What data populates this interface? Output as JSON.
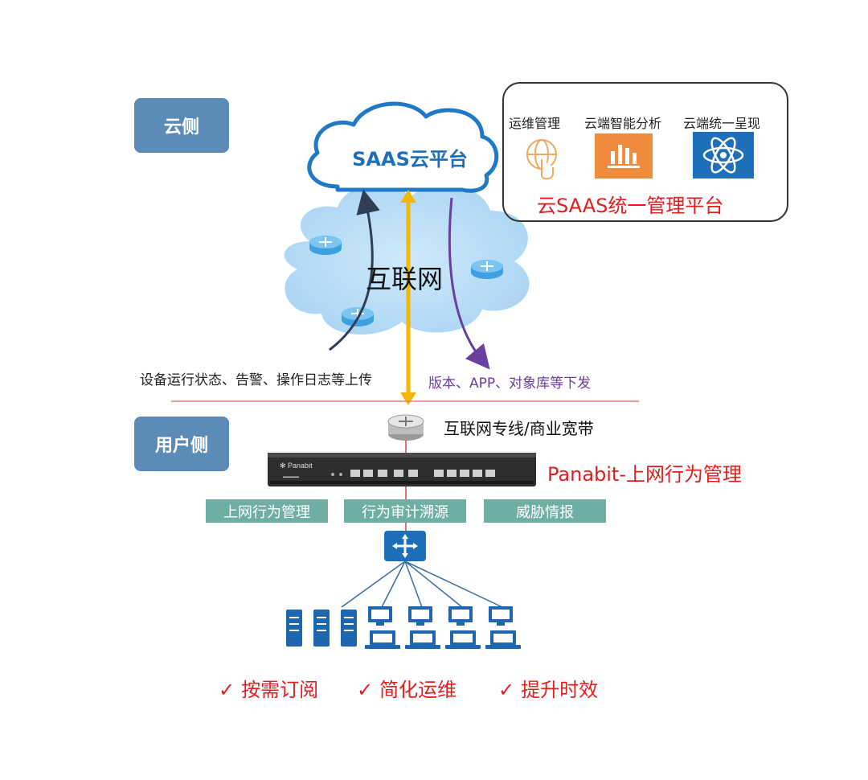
{
  "cloud_side": {
    "label": "云侧"
  },
  "user_side": {
    "label": "用户侧"
  },
  "saas_cloud": {
    "label": "SAAS云平台"
  },
  "internet": {
    "label": "互联网"
  },
  "panel": {
    "title": "云SAAS统一管理平台",
    "items": [
      {
        "label": "运维管理",
        "icon": "touch-globe-icon",
        "color": "#f0a860"
      },
      {
        "label": "云端智能分析",
        "icon": "bar-chart-icon",
        "color": "#f08a3c"
      },
      {
        "label": "云端统一呈现",
        "icon": "atom-icon",
        "color": "#1f6fb8"
      }
    ]
  },
  "flows": {
    "upload": "设备运行状态、告警、操作日志等上传",
    "download": "版本、APP、对象库等下发"
  },
  "link": {
    "label": "互联网专线/商业宽带"
  },
  "device": {
    "label": "Panabit-上网行为管理",
    "brand": "Panabit"
  },
  "features": [
    "上网行为管理",
    "行为审计溯源",
    "威胁情报"
  ],
  "benefits": [
    "按需订阅",
    "简化运维",
    "提升时效"
  ],
  "colors": {
    "accent_red": "#e11d1d",
    "badge_blue": "#5b8bb6",
    "tag_teal": "#6faea4",
    "upload_arrow": "#2f3e55",
    "download_arrow": "#6a3fa0",
    "sync_arrow": "#f5b800"
  }
}
